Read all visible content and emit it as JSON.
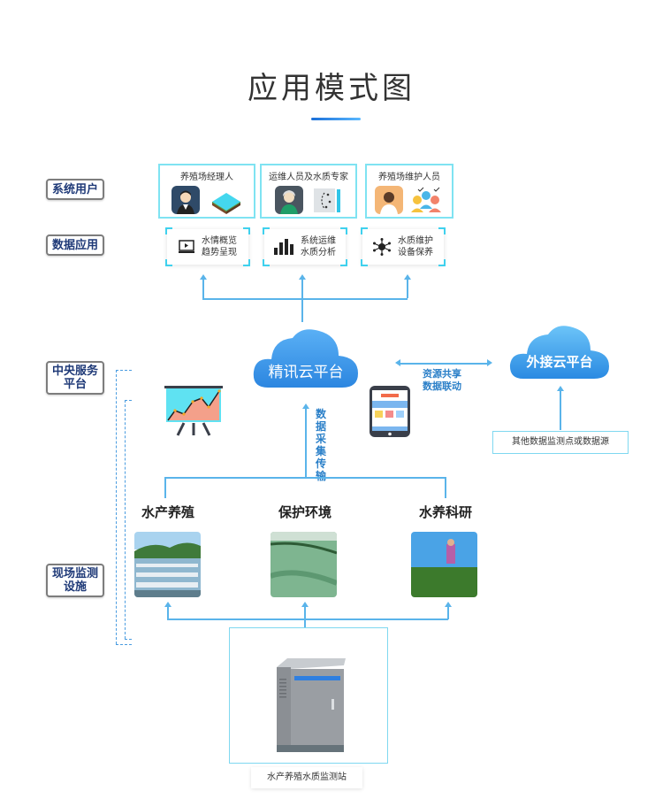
{
  "title": "应用模式图",
  "side_labels": {
    "system_users": "系统用户",
    "data_apps": "数据应用",
    "central_platform": "中央服务\n平台",
    "field_facilities": "现场监测\n设施"
  },
  "users": [
    {
      "label": "养殖场经理人",
      "icons": [
        "manager-avatar-icon",
        "pond-land-icon"
      ]
    },
    {
      "label": "运维人员及水质专家",
      "icons": [
        "expert-avatar-icon",
        "blueprint-icon"
      ]
    },
    {
      "label": "养殖场维护人员",
      "icons": [
        "worker-avatar-icon",
        "team-icon"
      ]
    }
  ],
  "apps": [
    {
      "line1": "水情概览",
      "line2": "趋势呈现",
      "icon": "video-monitor-icon"
    },
    {
      "line1": "系统运维",
      "line2": "水质分析",
      "icon": "bar-chart-icon"
    },
    {
      "line1": "水质维护",
      "line2": "设备保养",
      "icon": "network-node-icon"
    }
  ],
  "cloud_main": "精讯云平台",
  "cloud_external": "外接云平台",
  "link_label": {
    "line1": "资源共享",
    "line2": "数据联动"
  },
  "collect_label": "数据采集传输",
  "other_sources": "其他数据监测点或数据源",
  "sites": [
    {
      "label": "水产养殖",
      "photo": "aquaculture-photo"
    },
    {
      "label": "保护环境",
      "photo": "environment-photo"
    },
    {
      "label": "水养科研",
      "photo": "research-photo"
    }
  ],
  "station_label": "水产养殖水质监测站",
  "colors": {
    "accent": "#2a7fc8",
    "line": "#5ab4ea",
    "cyan_border": "#7fe3f2",
    "label_text": "#1f3a78"
  }
}
